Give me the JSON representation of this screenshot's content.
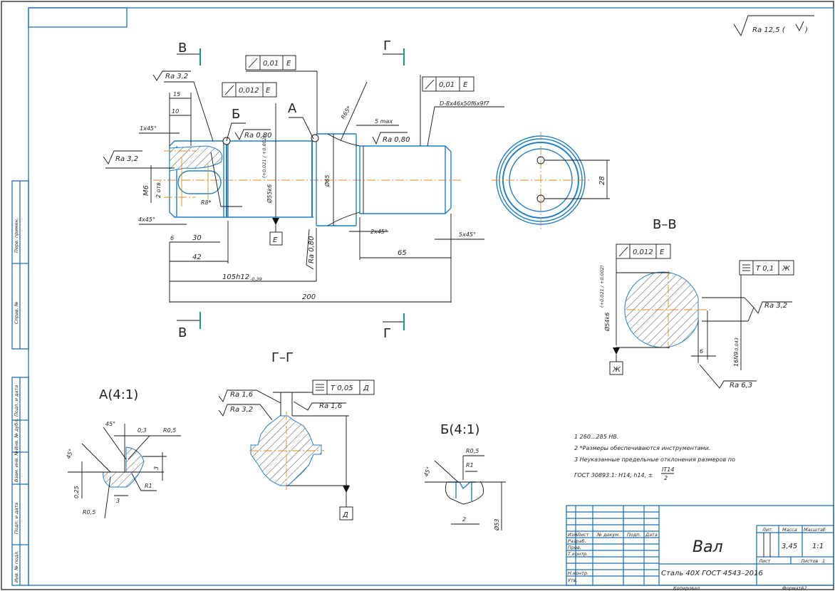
{
  "drawing": {
    "roughness_general": "Ra  12,5 (",
    "roughness_general_suffix": ")",
    "section_labels": {
      "b_top": "В",
      "b_bottom": "В",
      "g_top": "Г",
      "g_bottom": "Г",
      "node_b": "Б",
      "node_a": "А"
    },
    "main_view": {
      "ra32_top": "Ra 3,2",
      "ra32_left": "Ra 3,2",
      "ra080_a": "Ra 0,80",
      "ra080_b": "Ra 0,80",
      "ra080_vertical": "Ra 0,80",
      "dim_15": "15",
      "dim_10": "10",
      "chamfer_1x45": "1х45°",
      "chamfer_4x45": "4х45°",
      "chamfer_2x45": "2х45°",
      "chamfer_5x45": "5х45°",
      "thread": "М6",
      "thread_holes": "2 отв.",
      "r8": "R8*",
      "dim_6": "6",
      "dim_30": "30",
      "dim_42": "42",
      "dim_105": "105h12",
      "dim_105_tol": "-0,39",
      "dim_200": "200",
      "dim_65": "65",
      "dia_55": "Ø55k6",
      "dia_55_tol": "(+0,021 / +0,002)",
      "dia_65": "Ø65",
      "r65": "R65*",
      "max5": "5 max",
      "spline": "D-8x46x50f6x9f7",
      "datum_e": "Е",
      "tol_frame_1": {
        "value": "0,01",
        "datum": "Е"
      },
      "tol_frame_2": {
        "value": "0,012",
        "datum": "Е"
      },
      "tol_frame_3": {
        "value": "0,01",
        "datum": "Е"
      }
    },
    "end_view": {
      "dim_28": "28"
    },
    "section_vv": {
      "title": "В–В",
      "tol_frame": {
        "value": "0,012",
        "datum": "Е"
      },
      "sym_frame": {
        "value": "Т 0,1",
        "datum": "Ж"
      },
      "ra32": "Ra 3,2",
      "ra63": "Ra 6,3",
      "dia": "Ø54k6",
      "dia_tol": "(+0,021 / +0,002)",
      "key": "16N9",
      "key_tol": "-0,043",
      "dim_6": "6",
      "datum": "Ж"
    },
    "section_gg": {
      "title": "Г–Г",
      "sym_frame": {
        "value": "Т 0,05",
        "datum": "Д"
      },
      "ra16_a": "Ra 1,6",
      "ra16_b": "Ra 1,6",
      "ra32": "Ra 3,2",
      "datum": "Д"
    },
    "detail_a": {
      "title": "А(4:1)",
      "angle_1": "45°",
      "angle_2": "45°",
      "dim_03": "0,3",
      "r05_top": "R0,5",
      "dim_3v": "3",
      "r1": "R1",
      "dim_025": "0,25",
      "dim_3h": "3",
      "r05_bottom": "R0,5"
    },
    "detail_b": {
      "title": "Б(4:1)",
      "angle": "45°",
      "r05": "R0,5",
      "r1": "R1",
      "dim_2": "2",
      "dia_53": "Ø53"
    },
    "notes": [
      "1  260...285 НВ.",
      "2  *Размеры обеспечиваются инструментами.",
      "3  Неуказанные предельные отклонения размеров по",
      "ГОСТ 30893.1: Н14, h14, ±"
    ],
    "notes_frac_num": "IT14",
    "notes_frac_den": "2"
  },
  "title_block": {
    "name": "Вал",
    "material": "Сталь 40Х ГОСТ 4543–2016",
    "headers": [
      "Изм.",
      "Лист",
      "№ докум.",
      "Подп.",
      "Дата"
    ],
    "rows": [
      "Разраб.",
      "Пров.",
      "Т.контр.",
      "",
      "Н.контр.",
      "Утв."
    ],
    "lit": "Лит.",
    "mass_label": "Масса",
    "scale_label": "Масштаб",
    "mass": "3,45",
    "scale": "1:1",
    "sheet_label": "Лист",
    "sheets_label": "Листов",
    "sheets": "1",
    "copied": "Копировал",
    "format_label": "Формат",
    "format": "А2"
  },
  "side_stamp": [
    "Перв. примен.",
    "Справ. №",
    "Подп. и дата",
    "Инв. № дубл.",
    "Взам. инв. №",
    "Подп. и дата",
    "Инв. № подл."
  ]
}
